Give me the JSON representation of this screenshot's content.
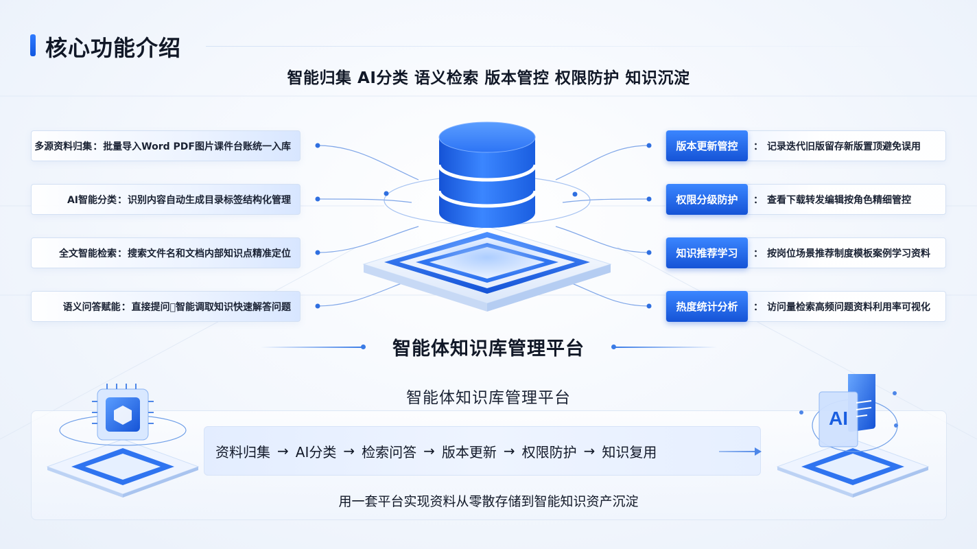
{
  "header": {
    "title": "核心功能介绍",
    "subtitle": "智能归集 AI分类 语义检索 版本管控 权限防护 知识沉淀"
  },
  "left_features": [
    {
      "label": "多源资料归集",
      "desc": "批量导入Word PDF图片课件台账统一入库"
    },
    {
      "label": "AI智能分类",
      "desc": "识别内容自动生成目录标签结构化管理"
    },
    {
      "label": "全文智能检索",
      "desc": "搜索文件名和文档内部知识点精准定位"
    },
    {
      "label": "语义问答赋能",
      "desc": "直接提问\u0000智能调取知识快速解答问题"
    }
  ],
  "right_features": [
    {
      "label": "版本更新管控",
      "desc": "记录迭代旧版留存新版置顶避免误用"
    },
    {
      "label": "权限分级防护",
      "desc": "查看下载转发编辑按角色精细管控"
    },
    {
      "label": "知识推荐学习",
      "desc": "按岗位场景推荐制度模板案例学习资料"
    },
    {
      "label": "热度统计分析",
      "desc": "访问量检索高频问题资料利用率可视化"
    }
  ],
  "separator": "：",
  "platform": {
    "title": "智能体知识库管理平台",
    "subtitle": "智能体知识库管理平台"
  },
  "flow": {
    "steps": [
      "资料归集",
      "AI分类",
      "检索问答",
      "版本更新",
      "权限防护",
      "知识复用"
    ],
    "arrow": "→"
  },
  "summary": "用一套平台实现资料从零散存储到智能知识资产沉淀",
  "ai_icon_text": "AI",
  "colors": {
    "primary": "#1f6bf0",
    "primary_dark": "#1553d6",
    "card_border": "#d3e0f3"
  },
  "icons": [
    "database-icon",
    "chip-icon",
    "ai-document-icon"
  ]
}
